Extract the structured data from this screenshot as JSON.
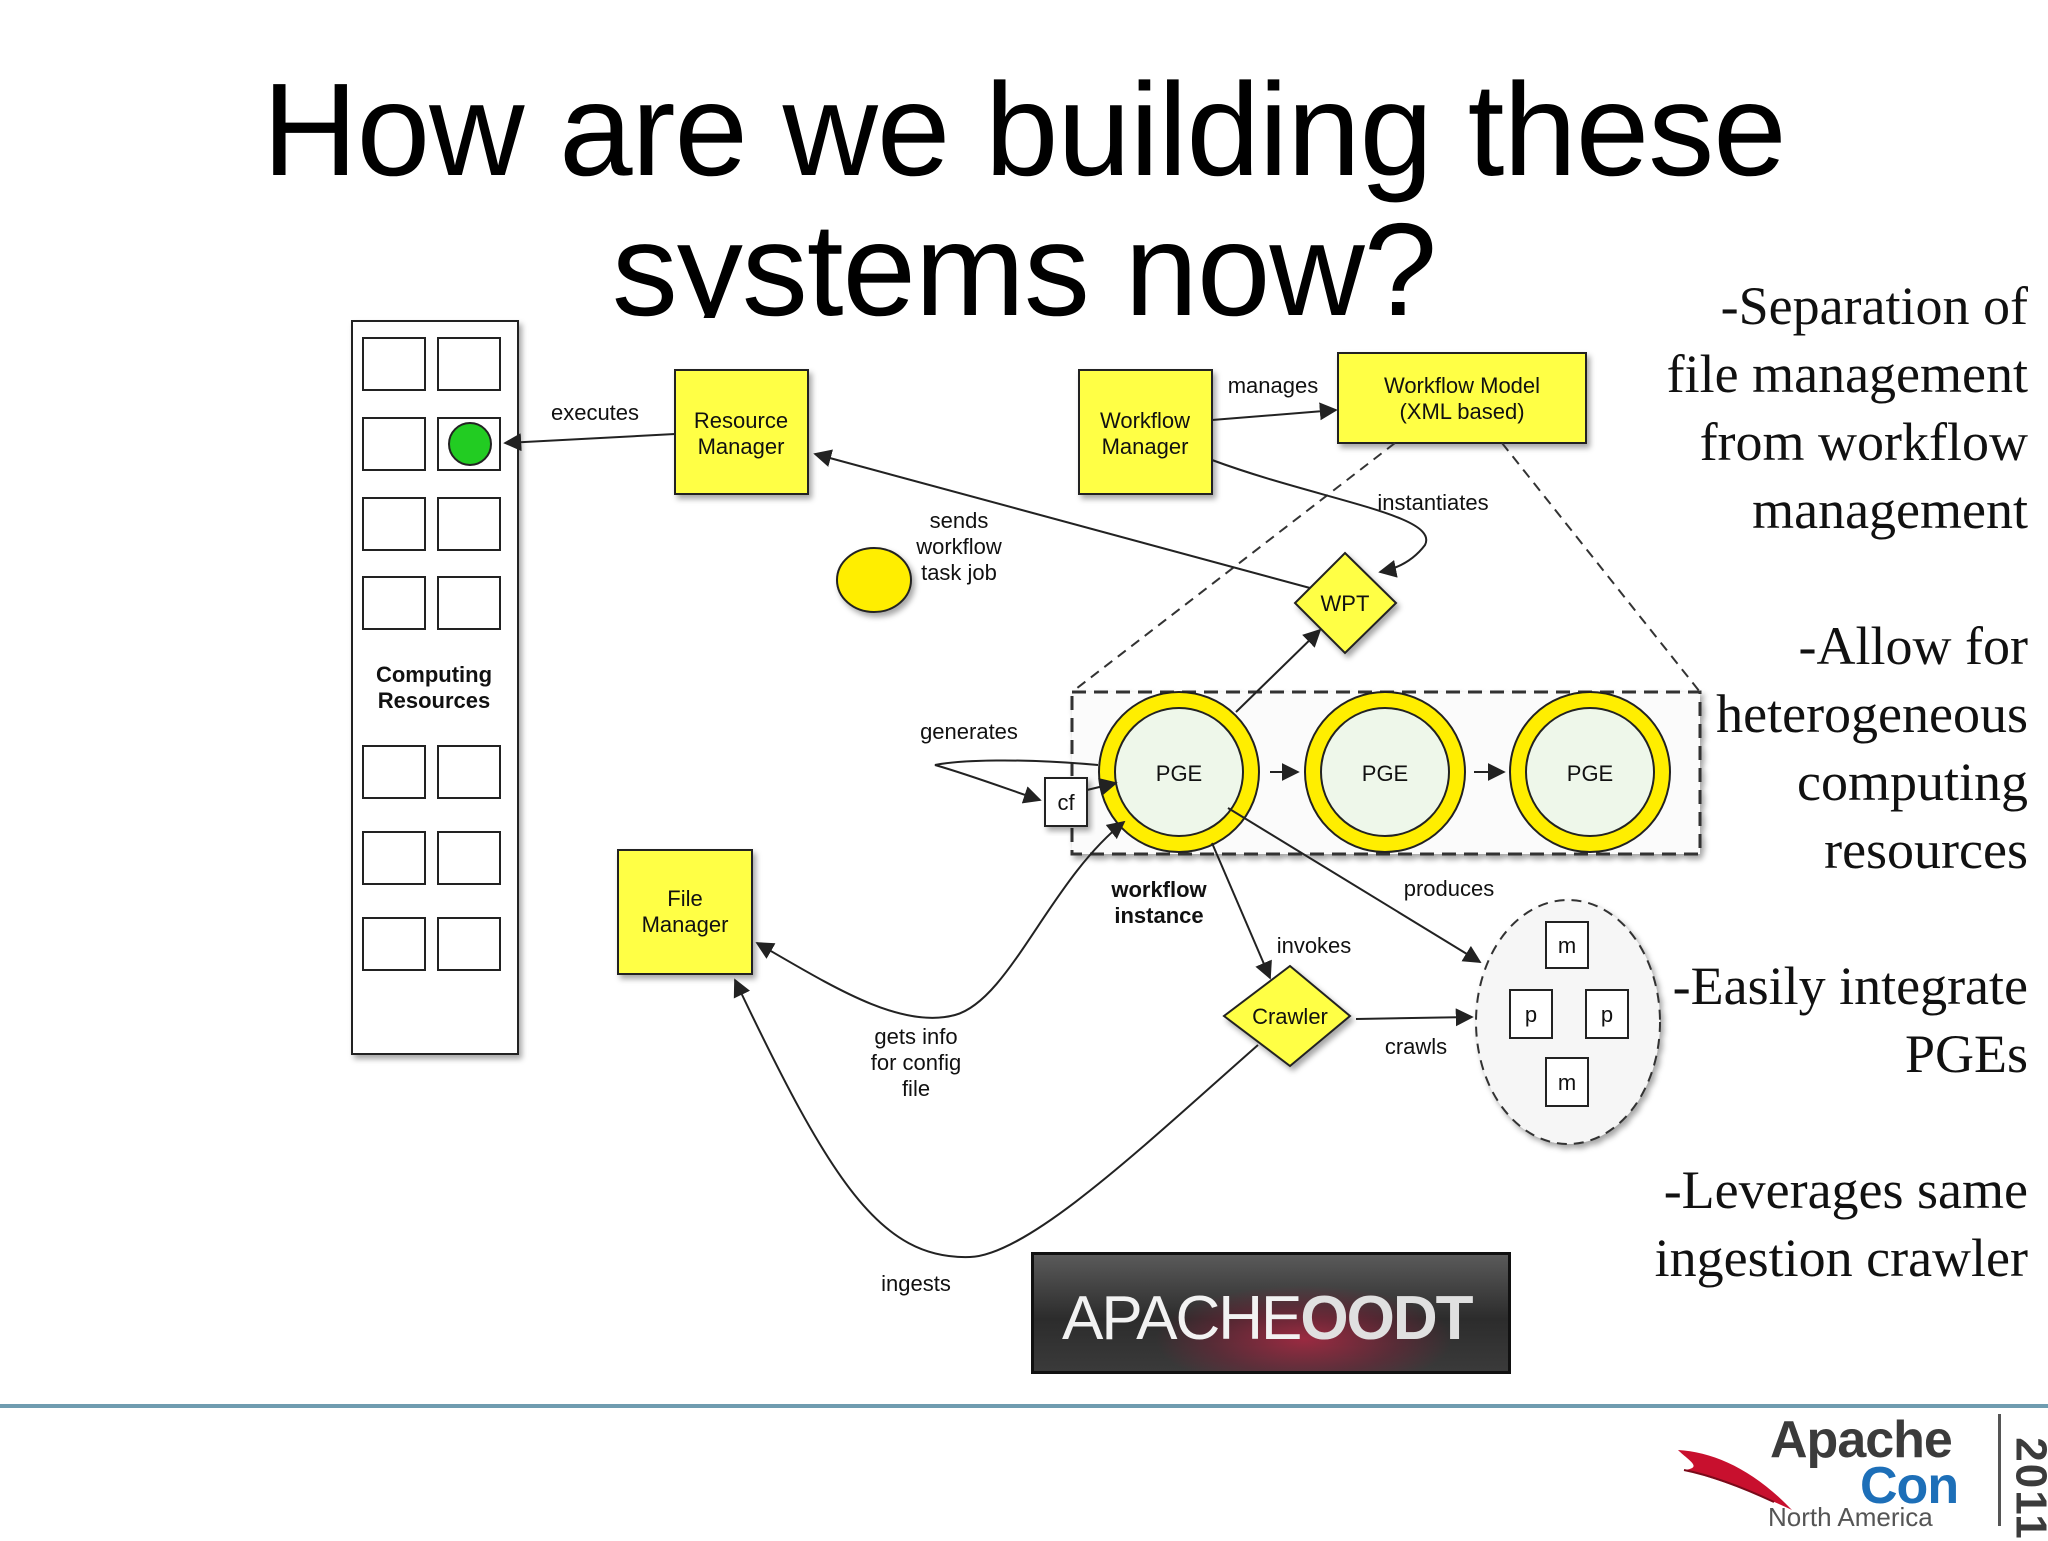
{
  "slide": {
    "title_line1": "How are we building these",
    "title_line2": "systems now?"
  },
  "diagram": {
    "computing_resources_label_1": "Computing",
    "computing_resources_label_2": "Resources",
    "resource_manager_1": "Resource",
    "resource_manager_2": "Manager",
    "workflow_manager_1": "Workflow",
    "workflow_manager_2": "Manager",
    "workflow_model_1": "Workflow Model",
    "workflow_model_2": "(XML based)",
    "file_manager_1": "File",
    "file_manager_2": "Manager",
    "wpt": "WPT",
    "crawler": "Crawler",
    "pge": "PGE",
    "cf": "cf",
    "m": "m",
    "p": "p",
    "executes": "executes",
    "manages": "manages",
    "instantiates": "instantiates",
    "sends_1": "sends",
    "sends_2": "workflow",
    "sends_3": "task job",
    "generates": "generates",
    "workflow_instance_1": "workflow",
    "workflow_instance_2": "instance",
    "produces": "produces",
    "invokes": "invokes",
    "crawls": "crawls",
    "gets_info_1": "gets info",
    "gets_info_2": "for config",
    "gets_info_3": "file",
    "ingests": "ingests",
    "colors": {
      "yellow": "#ffff44",
      "green_dot": "#22cc22",
      "pge_fill": "#eef7ea"
    }
  },
  "bullets": [
    {
      "line1": "-Separation of",
      "line2": "file management",
      "line3": "from workflow",
      "line4": "management"
    },
    {
      "line1": "-Allow for",
      "line2": "heterogeneous",
      "line3": "computing",
      "line4": "resources"
    },
    {
      "line1": "-Easily integrate",
      "line2": "PGEs"
    },
    {
      "line1": "-Leverages same",
      "line2": "ingestion crawler"
    }
  ],
  "logos": {
    "oodt_1": "APACHE",
    "oodt_2": "OODT",
    "apachecon_1": "Apache",
    "apachecon_2": "Con",
    "apachecon_3": "North America",
    "apachecon_year": "2011"
  }
}
